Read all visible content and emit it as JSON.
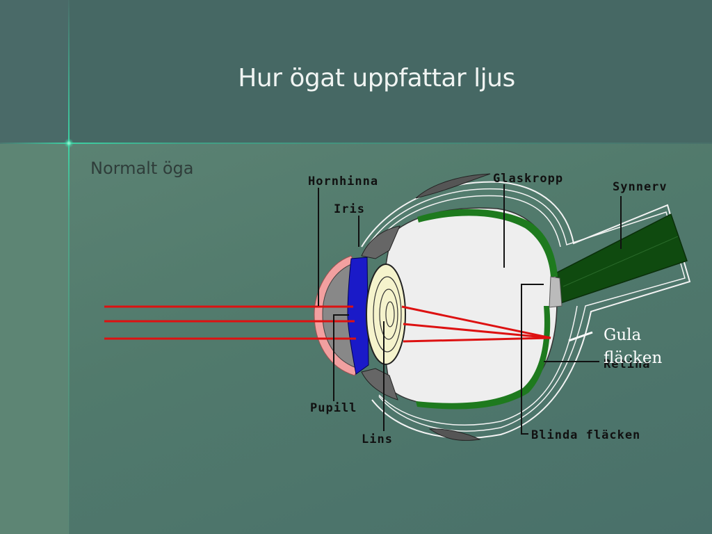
{
  "slide": {
    "title": "Hur ögat uppfattar ljus",
    "subtitle": "Normalt öga"
  },
  "diagram": {
    "labels": {
      "hornhinna": "Hornhinna",
      "iris": "Iris",
      "glaskropp": "Glaskropp",
      "synnerv": "Synnerv",
      "pupill": "Pupill",
      "lins": "Lins",
      "blinda_flacken": "Blinda fläcken",
      "retina": "Retina",
      "gula_flacken_line1": "Gula",
      "gula_flacken_line2": "fläcken"
    },
    "colors": {
      "background_header": "#466864",
      "background_body": "#5b8273",
      "cornea": "#f2a0a0",
      "iris": "#1a1ac8",
      "lens": "#f5f3cc",
      "retina": "#1e7a1e",
      "optic_nerve": "#0f4a0f",
      "light_rays": "#dd1111",
      "vitreous": "#eeeeee"
    }
  }
}
